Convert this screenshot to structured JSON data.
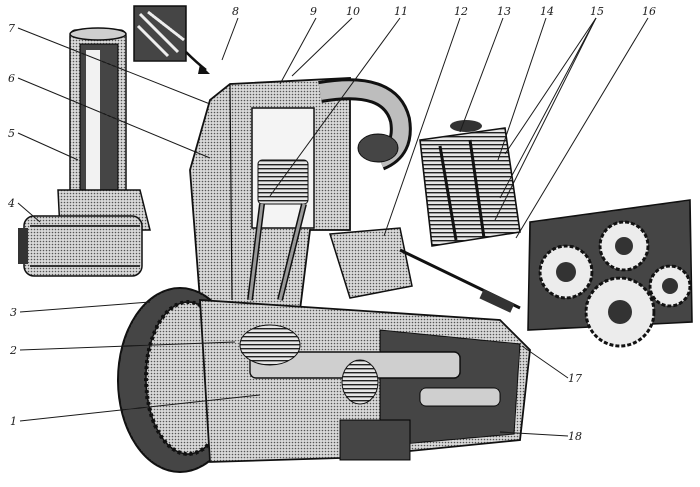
{
  "figure": {
    "labels": [
      "1",
      "2",
      "3",
      "4",
      "5",
      "6",
      "7",
      "8",
      "9",
      "10",
      "11",
      "12",
      "13",
      "14",
      "15",
      "16",
      "17",
      "18"
    ]
  },
  "colors": {
    "ink": "#1a1a1a",
    "dark": "#2b2b2b",
    "mid": "#6e6e6e",
    "light": "#bdbdbd",
    "paper": "#ffffff"
  }
}
